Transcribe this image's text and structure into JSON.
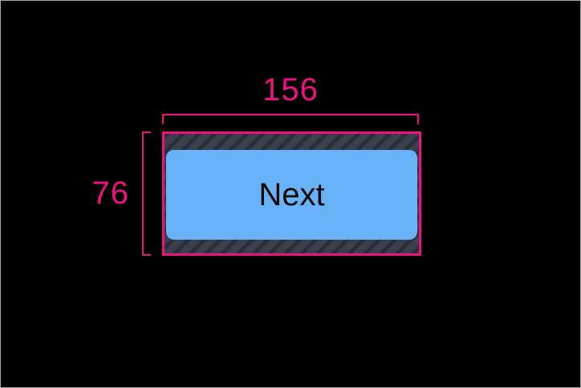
{
  "colors": {
    "canvas-bg": "#000000",
    "frame-border": "#a8a8a8",
    "accent": "#ee1182",
    "button-bg": "#69b2f8",
    "button-text": "#0a0a0a",
    "hatch-bg": "#3b414c",
    "hatch-stripe": "#2a2e37"
  },
  "measurement": {
    "width_label": "156",
    "height_label": "76"
  },
  "widget": {
    "button_label": "Next"
  }
}
